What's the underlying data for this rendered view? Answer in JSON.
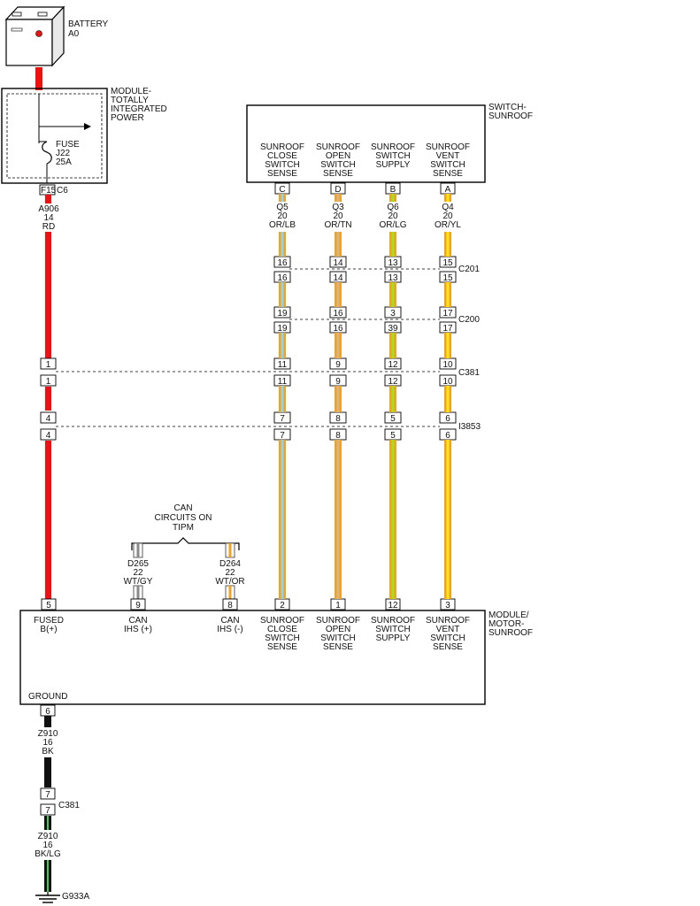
{
  "battery": {
    "name": "BATTERY",
    "id": "A0"
  },
  "tipm": {
    "lines": [
      "MODULE-",
      "TOTALLY",
      "INTEGRATED",
      "POWER"
    ],
    "fuse_lines": [
      "FUSE",
      "J22",
      "25A"
    ],
    "pin": "F15",
    "connector": "C6"
  },
  "switch": {
    "lines": [
      "SWITCH-",
      "SUNROOF"
    ]
  },
  "module": {
    "lines": [
      "MODULE/",
      "MOTOR-",
      "SUNROOF"
    ],
    "ground_label": "GROUND",
    "ground_pin": "6"
  },
  "can_note": {
    "lines": [
      "CAN",
      "CIRCUITS ON",
      "TIPM"
    ]
  },
  "colors": {
    "red": "#ee1111",
    "orange": "#f5a21a",
    "yellow": "#ffe81a",
    "light_blue": "#8fd3f2",
    "tan": "#d7b48a",
    "light_green": "#9be02a",
    "black": "#111111",
    "white": "#ffffff",
    "gray": "#8a8a8a",
    "green": "#3bd14a"
  },
  "connectors": [
    {
      "name": "C201",
      "wires": [
        [
          "16",
          "16"
        ],
        [
          "14",
          "14"
        ],
        [
          "13",
          "13"
        ],
        [
          "15",
          "15"
        ]
      ]
    },
    {
      "name": "C200",
      "wires": [
        [
          "19",
          "19"
        ],
        [
          "16",
          "16"
        ],
        [
          "3",
          "39"
        ],
        [
          "17",
          "17"
        ]
      ]
    },
    {
      "name": "C381",
      "wires": [
        [
          "1",
          "1"
        ],
        [
          "11",
          "11"
        ],
        [
          "9",
          "9"
        ],
        [
          "12",
          "12"
        ],
        [
          "10",
          "10"
        ]
      ]
    },
    {
      "name": "I3853",
      "wires": [
        [
          "4",
          "4"
        ],
        [
          "7",
          "7"
        ],
        [
          "8",
          "8"
        ],
        [
          "5",
          "5"
        ],
        [
          "6",
          "6"
        ]
      ]
    }
  ],
  "power_wire": {
    "circuit": "A906",
    "gauge": "14",
    "color": "RD",
    "module_pin": "5",
    "module_label": [
      "FUSED",
      "B(+)"
    ]
  },
  "switch_circuits": [
    {
      "switch_pin": "C",
      "label": [
        "SUNROOF",
        "CLOSE",
        "SWITCH",
        "SENSE"
      ],
      "circuit": "Q5",
      "gauge": "20",
      "color": "OR/LB",
      "module_pin": "2"
    },
    {
      "switch_pin": "D",
      "label": [
        "SUNROOF",
        "OPEN",
        "SWITCH",
        "SENSE"
      ],
      "circuit": "Q3",
      "gauge": "20",
      "color": "OR/TN",
      "module_pin": "1"
    },
    {
      "switch_pin": "B",
      "label": [
        "SUNROOF",
        "SWITCH",
        "SUPPLY"
      ],
      "circuit": "Q6",
      "gauge": "20",
      "color": "OR/LG",
      "module_pin": "12"
    },
    {
      "switch_pin": "A",
      "label": [
        "SUNROOF",
        "VENT",
        "SWITCH",
        "SENSE"
      ],
      "circuit": "Q4",
      "gauge": "20",
      "color": "OR/YL",
      "module_pin": "3"
    }
  ],
  "can_wires": [
    {
      "circuit": "D265",
      "gauge": "22",
      "color": "WT/GY",
      "module_pin": "9",
      "module_label": [
        "CAN",
        "IHS (+)"
      ]
    },
    {
      "circuit": "D264",
      "gauge": "22",
      "color": "WT/OR",
      "module_pin": "8",
      "module_label": [
        "CAN",
        "IHS (-)"
      ]
    }
  ],
  "ground_wire_1": {
    "circuit": "Z910",
    "gauge": "16",
    "color": "BK"
  },
  "ground_connector": {
    "name": "C381",
    "top_pin": "7",
    "bottom_pin": "7"
  },
  "ground_wire_2": {
    "circuit": "Z910",
    "gauge": "16",
    "color": "BK/LG"
  },
  "ground": {
    "name": "G933A"
  }
}
